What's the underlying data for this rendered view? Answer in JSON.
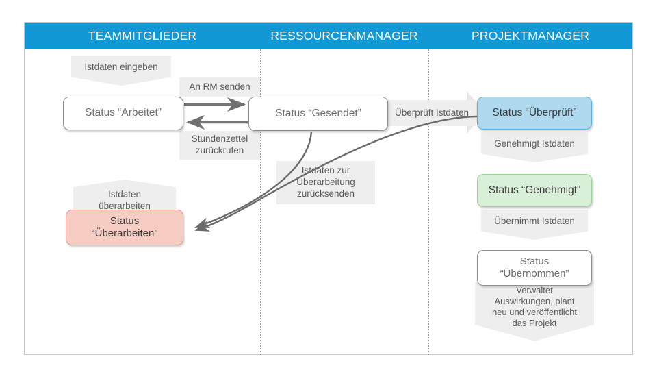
{
  "diagram": {
    "title_lanes": [
      "TEAMMITGLIEDER",
      "RESSOURCENMANAGER",
      "PROJEKTMANAGER"
    ],
    "colors": {
      "header_band": "#1298d4",
      "lane_divider": "#9a9a9a",
      "label_fill": "#eeeeee",
      "box_white_fill": "#ffffff",
      "box_blue_fill": "#aed9ee",
      "box_blue_border": "#56b4e0",
      "box_green_fill": "#d9f0d8",
      "box_green_border": "#9ed39b",
      "box_pink_fill": "#f7ccc3",
      "box_pink_border": "#e79d8e",
      "connector": "#707070"
    },
    "lanes": [
      {
        "name": "TEAMMITGLIEDER"
      },
      {
        "name": "RESSOURCENMANAGER"
      },
      {
        "name": "PROJEKTMANAGER"
      }
    ],
    "nodes": {
      "arbeitet": "Status “Arbeitet”",
      "gesendet": "Status “Gesendet”",
      "ueberprueft": "Status “Überprüft”",
      "genehmigt": "Status “Genehmigt”",
      "uebernommen": "Status\n“Übernommen”",
      "uebernommen_line1": "Status",
      "uebernommen_line2": "“Übernommen”",
      "ueberarbeiten_line1": "Status",
      "ueberarbeiten_line2": "“Überarbeiten”"
    },
    "labels": {
      "istdaten_eingeben": "Istdaten eingeben",
      "an_rm_senden": "An RM senden",
      "stundenzettel_zurueckrufen_line1": "Stundenzettel",
      "stundenzettel_zurueckrufen_line2": "zurückrufen",
      "zuruecksenden_line1": "Istdaten zur",
      "zuruecksenden_line2": "Überarbeitung",
      "zuruecksenden_line3": "zurücksenden",
      "istdaten_ueberarbeiten_line1": "Istdaten",
      "istdaten_ueberarbeiten_line2": "überarbeiten",
      "ueberprueft_istdaten": "Überprüft Istdaten",
      "genehmigt_istdaten": "Genehmigt Istdaten",
      "uebernimmt_istdaten": "Übernimmt Istdaten",
      "verwaltet_line1": "Verwaltet",
      "verwaltet_line2": "Auswirkungen, plant",
      "verwaltet_line3": "neu und veröffentlicht",
      "verwaltet_line4": "das Projekt"
    }
  }
}
